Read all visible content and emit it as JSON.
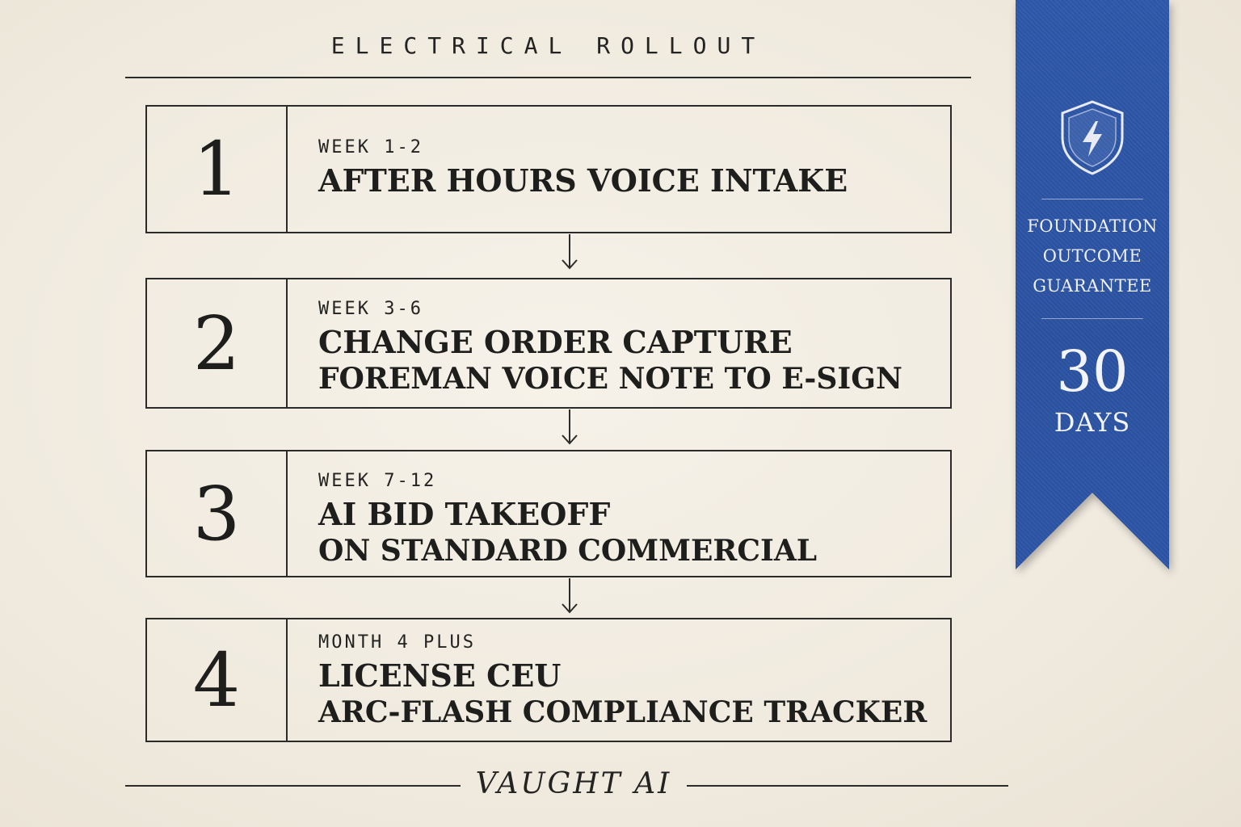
{
  "header": {
    "title": "ELECTRICAL ROLLOUT"
  },
  "steps": [
    {
      "number": "1",
      "period": "WEEK 1-2",
      "title": "AFTER HOURS VOICE INTAKE",
      "subtitle": ""
    },
    {
      "number": "2",
      "period": "WEEK 3-6",
      "title": "CHANGE ORDER CAPTURE",
      "subtitle": "FOREMAN VOICE NOTE TO E-SIGN"
    },
    {
      "number": "3",
      "period": "WEEK 7-12",
      "title": "AI BID TAKEOFF",
      "subtitle": "ON STANDARD COMMERCIAL"
    },
    {
      "number": "4",
      "period": "MONTH 4 PLUS",
      "title": "LICENSE CEU",
      "subtitle": "ARC-FLASH COMPLIANCE TRACKER"
    }
  ],
  "ribbon": {
    "icon": "shield-lightning-icon",
    "label_lines": [
      "FOUNDATION",
      "OUTCOME",
      "GUARANTEE"
    ],
    "number": "30",
    "unit": "DAYS",
    "color": "#2d56a8"
  },
  "footer": {
    "brand": "VAUGHT AI"
  }
}
